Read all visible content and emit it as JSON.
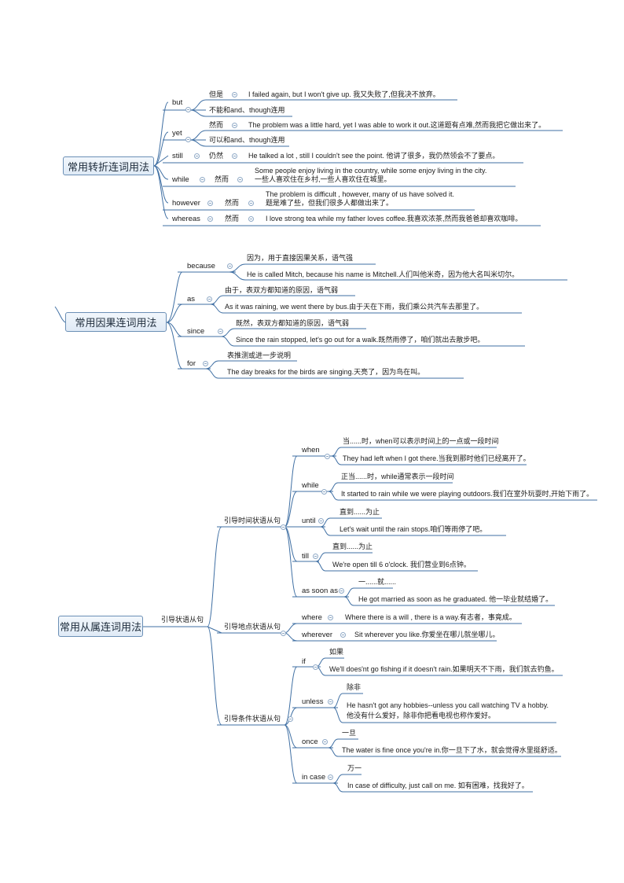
{
  "contrast": {
    "root": "常用转折连词用法",
    "branches": [
      {
        "key": "but",
        "items": [
          {
            "label": "但是",
            "text": "I failed again, but I won't give up. 我又失败了,但我决不放弃。"
          },
          {
            "label": "",
            "text": "不能和and、though连用"
          }
        ]
      },
      {
        "key": "yet",
        "items": [
          {
            "label": "然而",
            "text": "The problem was a little hard, yet I was able to work it out.这道题有点难,然而我把它做出来了。"
          },
          {
            "label": "",
            "text": "可以和and、though连用"
          }
        ]
      },
      {
        "key": "still",
        "items": [
          {
            "label": "仍然",
            "text": "He talked a lot , still I couldn't see the point. 他讲了很多，我仍然领会不了要点。"
          }
        ]
      },
      {
        "key": "while",
        "items": [
          {
            "label": "然而",
            "text": "Some people enjoy living in the country, while some enjoy living in the city.",
            "text2": "一些人喜欢住在乡村,一些人喜欢住在城里。"
          }
        ]
      },
      {
        "key": "however",
        "items": [
          {
            "label": "然而",
            "text": "The problem is difficult , however, many of us have solved it.",
            "text2": "题是难了些，但我们很多人都做出来了。"
          }
        ]
      },
      {
        "key": "whereas",
        "items": [
          {
            "label": "然而",
            "text": "I love strong tea while my father loves coffee.我喜欢浓茶,然而我爸爸却喜欢咖啡。"
          }
        ]
      }
    ]
  },
  "cause": {
    "root": "常用因果连词用法",
    "branches": [
      {
        "key": "because",
        "items": [
          "因为，用于直接因果关系，语气强",
          "He is called Mitch, because his name is Mitchell.人们叫他米奇，因为他大名叫米切尔。"
        ]
      },
      {
        "key": "as",
        "items": [
          "由于，表双方都知道的原因，语气弱",
          "As it was raining, we went there by bus.由于天在下雨，我们乘公共汽车去那里了。"
        ]
      },
      {
        "key": "since",
        "items": [
          "既然，表双方都知道的原因，语气弱",
          "Since the rain stopped, let's go out for a walk.既然雨停了，咱们就出去散步吧。"
        ]
      },
      {
        "key": "for",
        "items": [
          "表推测或进一步说明",
          "The day breaks for the birds are singing.天亮了，因为鸟在叫。"
        ]
      }
    ]
  },
  "subordinate": {
    "root": "常用从属连词用法",
    "level1": "引导状语从句",
    "groups": [
      {
        "name": "引导时间状语从句",
        "branches": [
          {
            "key": "when",
            "items": [
              "当......时，when可以表示时间上的一点或一段时间",
              "They had left when I got there.当我到那时他们已经离开了。"
            ]
          },
          {
            "key": "while",
            "items": [
              "正当......时，while通常表示一段时间",
              "It started to rain while we were playing outdoors.我们在室外玩耍时,开始下雨了。"
            ]
          },
          {
            "key": "until",
            "items": [
              "直到......为止",
              "Let's wait until the rain stops.咱们等雨停了吧。"
            ]
          },
          {
            "key": "till",
            "items": [
              "直到......为止",
              "We're open till 6 o'clock. 我们营业到6点钟。"
            ]
          },
          {
            "key": "as soon as",
            "items": [
              "一......就......",
              "He got married as soon as he graduated. 他一毕业就结婚了。"
            ]
          }
        ]
      },
      {
        "name": "引导地点状语从句",
        "branches": [
          {
            "key": "where",
            "items": [
              "Where there is a will , there is a way.有志者，事竟成。"
            ]
          },
          {
            "key": "wherever",
            "items": [
              "Sit wherever you like.你爱坐在哪儿就坐哪儿。"
            ]
          }
        ]
      },
      {
        "name": "引导条件状语从句",
        "branches": [
          {
            "key": "if",
            "items": [
              "如果",
              "We'll does'nt go fishing if it doesn't rain.如果明天不下雨，我们就去钓鱼。"
            ]
          },
          {
            "key": "unless",
            "items": [
              "除非",
              "He hasn't got any hobbies--unless you call watching TV a hobby.",
              "他没有什么爱好，除非你把看电视也称作爱好。"
            ]
          },
          {
            "key": "once",
            "items": [
              "一旦",
              "The water is fine once you're in.你一旦下了水，就会觉得水里挺舒适。"
            ]
          },
          {
            "key": "in case",
            "items": [
              "万一",
              "In case of difficulty, just call on me. 如有困难，找我好了。"
            ]
          }
        ]
      }
    ]
  }
}
